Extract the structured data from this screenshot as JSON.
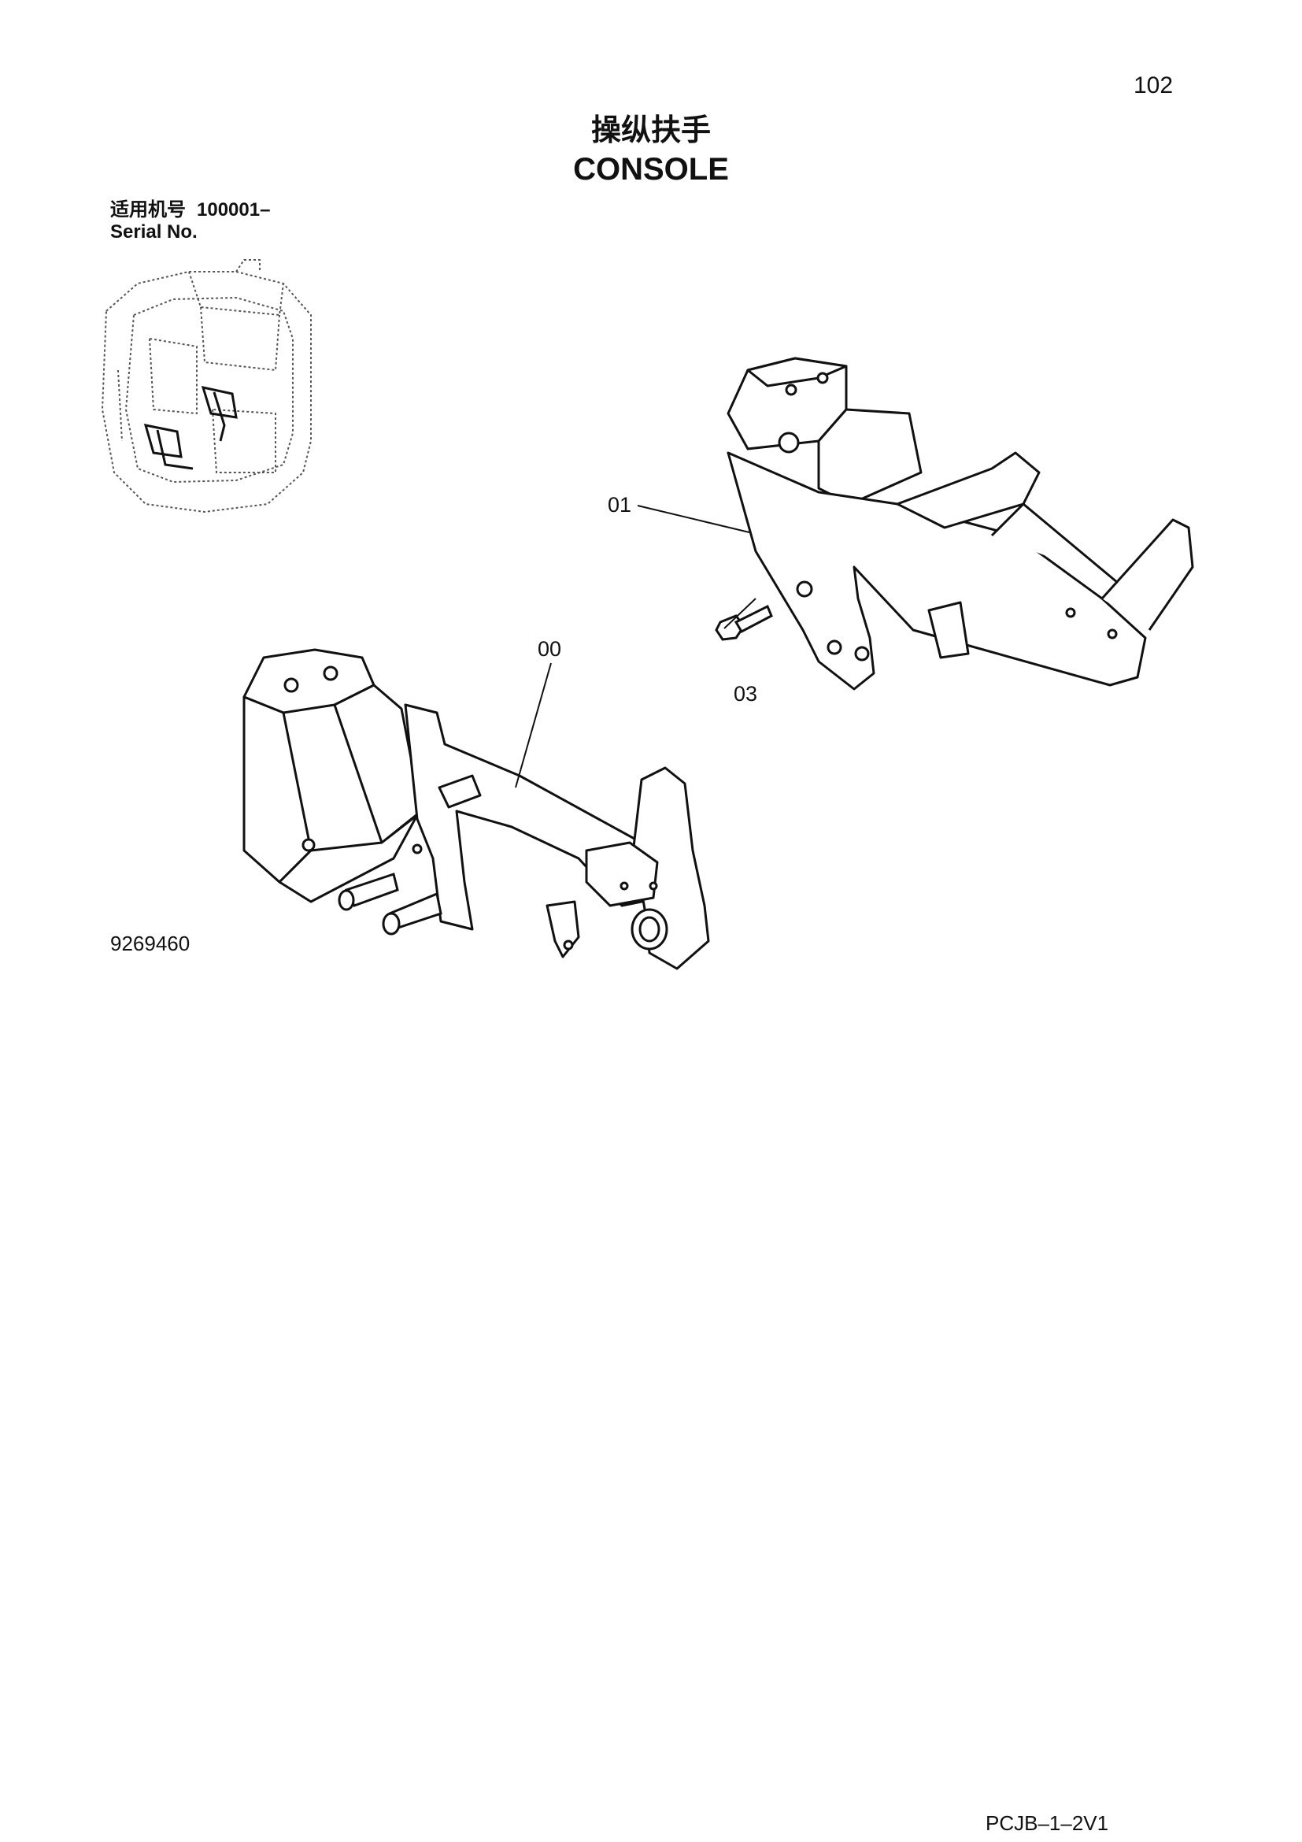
{
  "page": {
    "page_number": "102",
    "title_cn": "操纵扶手",
    "title_en": "CONSOLE",
    "serial_label_cn": "适用机号",
    "serial_number": "100001–",
    "serial_label_en": "Serial No.",
    "drawing_number": "9269460",
    "footer_code": "PCJB–1–2V1"
  },
  "callouts": [
    {
      "label": "01"
    },
    {
      "label": "00"
    },
    {
      "label": "03"
    }
  ],
  "figures": {
    "locator_icon": "excavator-cab-outline",
    "part_upper": "console-bracket-right",
    "part_lower": "console-bracket-left",
    "fastener": "hex-bolt"
  }
}
